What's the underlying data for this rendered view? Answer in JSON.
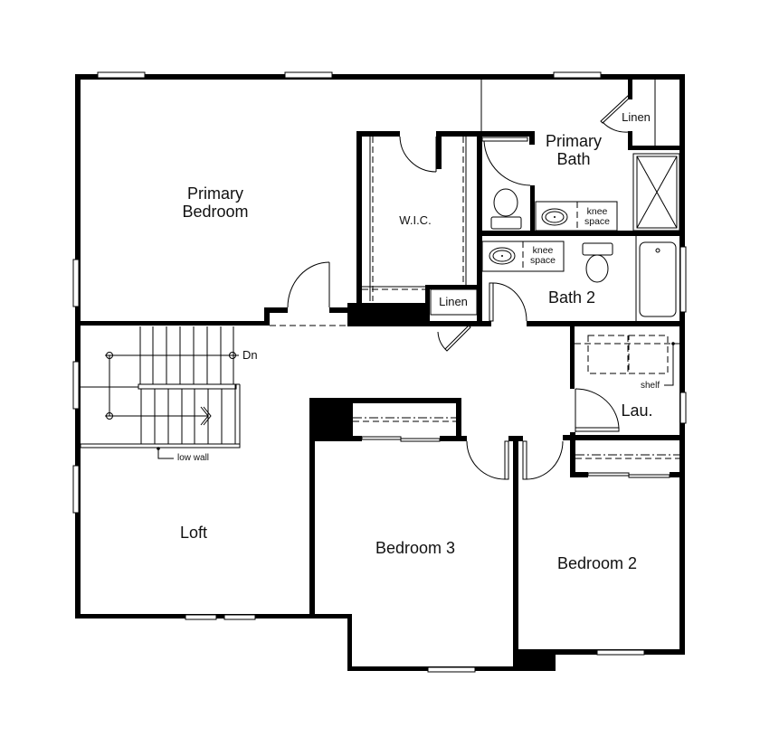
{
  "floor_plan": {
    "rooms": {
      "primary_bedroom": {
        "line1": "Primary",
        "line2": "Bedroom"
      },
      "primary_bath": {
        "line1": "Primary",
        "line2": "Bath"
      },
      "wic": "W.I.C.",
      "linen_primary": "Linen",
      "linen_hall": "Linen",
      "bath2": "Bath 2",
      "laundry": "Lau.",
      "loft": "Loft",
      "bedroom3": "Bedroom 3",
      "bedroom2": "Bedroom 2"
    },
    "annotations": {
      "knee_space_primary": {
        "line1": "knee",
        "line2": "space"
      },
      "knee_space_bath2": {
        "line1": "knee",
        "line2": "space"
      },
      "stairs_down": "Dn",
      "low_wall": "low wall",
      "shelf": "shelf"
    },
    "colors": {
      "wall": "#000000",
      "background": "#ffffff"
    }
  }
}
